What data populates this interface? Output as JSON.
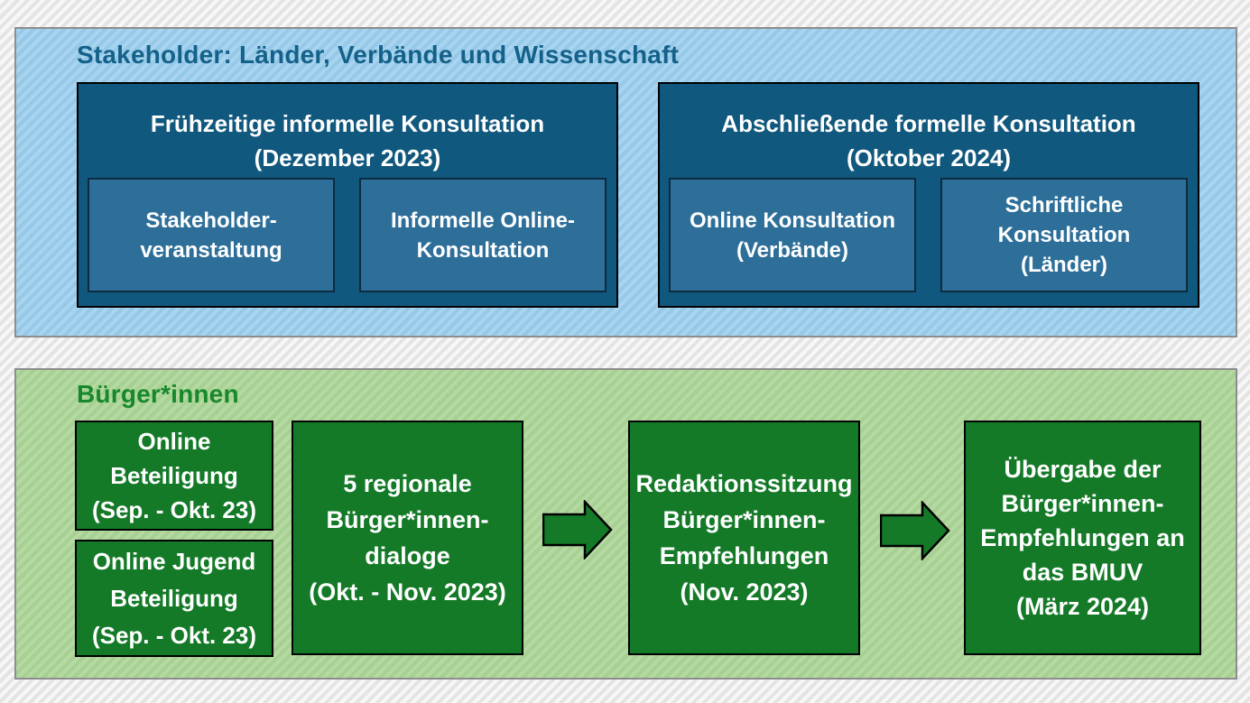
{
  "colors": {
    "background_stripe_light": "#f7f7f7",
    "background_stripe_dark": "#e4e4e4",
    "stakeholder_panel_fill": "#a0cfec",
    "stakeholder_box_fill": "#11587e",
    "stakeholder_subbox_fill": "#2e6f99",
    "stakeholder_title_text": "#14618a",
    "citizens_panel_fill": "#aed49b",
    "citizens_box_fill": "#147a28",
    "citizens_title_text": "#17882b",
    "box_border": "#000000",
    "panel_border": "#8d8d8d",
    "box_text": "#ffffff"
  },
  "stakeholder_panel": {
    "title": "Stakeholder: Länder, Verbände und Wissenschaft",
    "groups": [
      {
        "title_line1": "Frühzeitige informelle Konsultation",
        "title_line2": "(Dezember 2023)",
        "items": [
          {
            "lines": [
              "Stakeholder-",
              "veranstaltung"
            ]
          },
          {
            "lines": [
              "Informelle Online-",
              "Konsultation"
            ]
          }
        ]
      },
      {
        "title_line1": "Abschließende formelle Konsultation",
        "title_line2": "(Oktober 2024)",
        "items": [
          {
            "lines": [
              "Online Konsultation",
              "(Verbände)"
            ]
          },
          {
            "lines": [
              "Schriftliche",
              "Konsultation",
              "(Länder)"
            ]
          }
        ]
      }
    ]
  },
  "citizens_panel": {
    "title": "Bürger*innen",
    "boxes": [
      {
        "lines": [
          "Online",
          "Beteiligung",
          "(Sep. - Okt. 23)"
        ]
      },
      {
        "lines": [
          "Online Jugend",
          "Beteiligung",
          "(Sep. - Okt. 23)"
        ]
      },
      {
        "lines": [
          "5 regionale",
          "Bürger*innen-",
          "dialoge",
          "(Okt. - Nov. 2023)"
        ]
      },
      {
        "lines": [
          "Redaktionssitzung",
          "Bürger*innen-",
          "Empfehlungen",
          "(Nov. 2023)"
        ]
      },
      {
        "lines": [
          "Übergabe der",
          "Bürger*innen-",
          "Empfehlungen an",
          "das BMUV",
          "(März 2024)"
        ]
      }
    ]
  }
}
